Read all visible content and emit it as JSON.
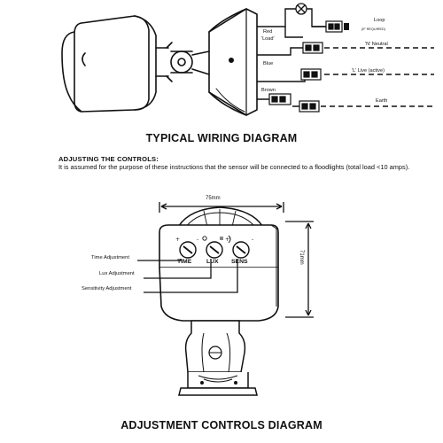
{
  "wiring": {
    "wire_red": "Red",
    "wire_load": "'Load'",
    "wire_blue": "Blue",
    "wire_brown": "Brown",
    "loop_label": "Loop",
    "loop_note": "(IF REQUIRED)",
    "neutral_label": "'N' Neutral",
    "live_label": "'L' Live (active)",
    "earth_label": "Earth",
    "title": "TYPICAL WIRING DIAGRAM"
  },
  "adjusting": {
    "heading": "ADJUSTING THE CONTROLS:",
    "body": "It is assumed for the purpose of these instructions that the sensor will be connected to a floodlights (total load <10 amps)."
  },
  "controls": {
    "width_dim": "75mm",
    "height_dim": "71mm",
    "knob_time": "TIME",
    "knob_lux": "LUX",
    "knob_sens": "SENS",
    "time_adjustment": "Time Adjustment",
    "lux_adjustment": "Lux Adjustment",
    "sensitivity_adjustment": "Sensitivity Adjustment",
    "title": "ADJUSTMENT CONTROLS DIAGRAM"
  },
  "colors": {
    "ink": "#111111",
    "background": "#ffffff"
  }
}
